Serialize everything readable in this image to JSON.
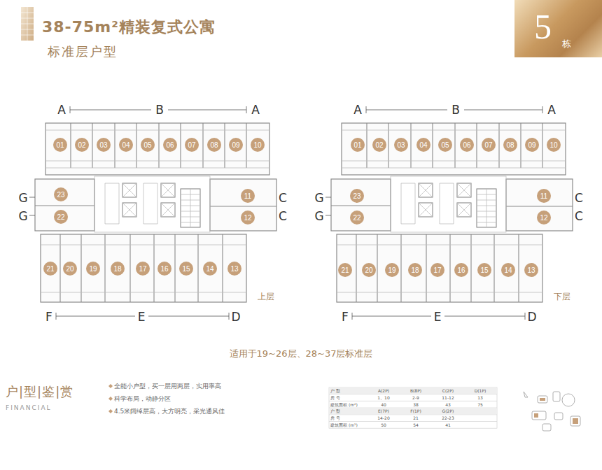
{
  "diagram": {
    "title": "38-75m²精装复式公寓",
    "nodes": [
      {
        "text": [
          "5",
          "栋"
        ]
      },
      {
        "text": [
          "上层"
        ]
      },
      {
        "text": [
          "01"
        ],
        "in": 1
      },
      {
        "text": [
          "02"
        ],
        "in": 1
      },
      {
        "text": [
          "03"
        ],
        "in": 1
      },
      {
        "text": [
          "04"
        ],
        "in": 1
      },
      {
        "text": [
          "05"
        ],
        "in": 1
      },
      {
        "text": [
          "06"
        ],
        "in": 1
      },
      {
        "text": [
          "07"
        ],
        "in": 1
      },
      {
        "text": [
          "08"
        ],
        "in": 1
      },
      {
        "text": [
          "09"
        ],
        "in": 1
      },
      {
        "text": [
          "10"
        ],
        "in": 1
      },
      {
        "text": [
          "11"
        ],
        "in": 1
      },
      {
        "text": [
          "12"
        ],
        "in": 1
      },
      {
        "text": [
          "13"
        ],
        "in": 1
      },
      {
        "text": [
          "14"
        ],
        "in": 1
      },
      {
        "text": [
          "15"
        ],
        "in": 1
      },
      {
        "text": [
          "16"
        ],
        "in": 1
      },
      {
        "text": [
          "17"
        ],
        "in": 1
      },
      {
        "text": [
          "18"
        ],
        "in": 1
      },
      {
        "text": [
          "19"
        ],
        "in": 1
      },
      {
        "text": [
          "20"
        ],
        "in": 1
      },
      {
        "text": [
          "21"
        ],
        "in": 1
      },
      {
        "text": [
          "22"
        ],
        "in": 1
      },
      {
        "text": [
          "23"
        ],
        "in": 1
      },
      {
        "text": [
          "下层"
        ]
      },
      {
        "text": [
          "01"
        ],
        "in": 25
      },
      {
        "text": [
          "02"
        ],
        "in": 25
      },
      {
        "text": [
          "03"
        ],
        "in": 25
      },
      {
        "text": [
          "04"
        ],
        "in": 25
      },
      {
        "text": [
          "05"
        ],
        "in": 25
      },
      {
        "text": [
          "06"
        ],
        "in": 25
      },
      {
        "text": [
          "07"
        ],
        "in": 25
      },
      {
        "text": [
          "08"
        ],
        "in": 25
      },
      {
        "text": [
          "09"
        ],
        "in": 25
      },
      {
        "text": [
          "10"
        ],
        "in": 25
      },
      {
        "text": [
          "11"
        ],
        "in": 25
      },
      {
        "text": [
          "12"
        ],
        "in": 25
      },
      {
        "text": [
          "13"
        ],
        "in": 25
      },
      {
        "text": [
          "14"
        ],
        "in": 25
      },
      {
        "text": [
          "15"
        ],
        "in": 25
      },
      {
        "text": [
          "16"
        ],
        "in": 25
      },
      {
        "text": [
          "17"
        ],
        "in": 25
      },
      {
        "text": [
          "18"
        ],
        "in": 25
      },
      {
        "text": [
          "19"
        ],
        "in": 25
      },
      {
        "text": [
          "20"
        ],
        "in": 25
      },
      {
        "text": [
          "21"
        ],
        "in": 25
      },
      {
        "text": [
          "22"
        ],
        "in": 25
      },
      {
        "text": [
          "23"
        ],
        "in": 25
      }
    ],
    "labels": [
      "标准层户型",
      "A",
      "B",
      "A",
      "G",
      "G",
      "C",
      "C",
      "F",
      "E",
      "D",
      "A",
      "B",
      "A",
      "G",
      "G",
      "C",
      "C",
      "F",
      "E",
      "D",
      "适用于19~26层、28~37层标准层",
      "户|型|鉴|赏",
      "FINANCIAL",
      "全能小户型，买一层用两层，实用率高",
      "科学布局，动静分区",
      "4.5米阔绰层高，大方明亮，采光通风佳",
      "户 型",
      "A(2P)",
      "B(8P)",
      "C(2P)",
      "D(1P)",
      "房 号",
      "1、10",
      "2-9",
      "11-12",
      "13",
      "建筑面积 (m²)",
      "40",
      "38",
      "43",
      "75",
      "户 型",
      "E(7P)",
      "F(1P)",
      "G(2P)",
      "房 号",
      "14-20",
      "21",
      "22-23",
      "建筑面积 (m²)",
      "50",
      "54",
      "41"
    ]
  }
}
